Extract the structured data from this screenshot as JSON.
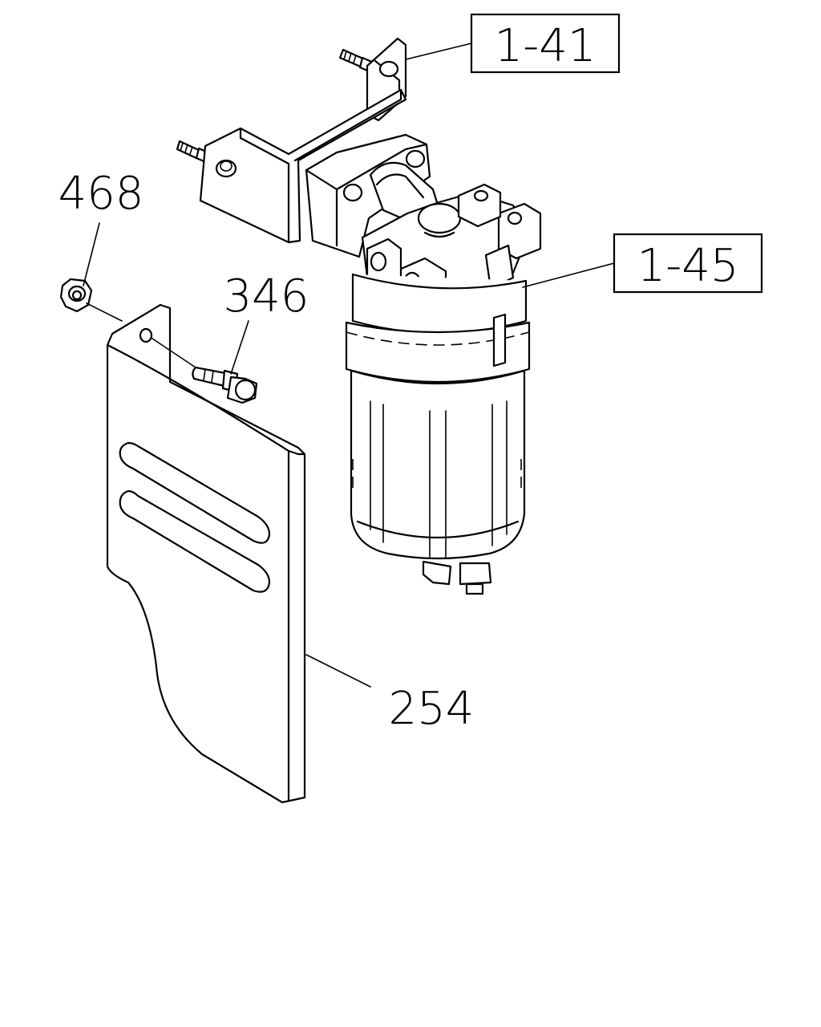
{
  "callouts": {
    "ref_1_41": "1-41",
    "ref_1_45": "1-45",
    "part_468": "468",
    "part_346": "346",
    "part_254": "254"
  }
}
